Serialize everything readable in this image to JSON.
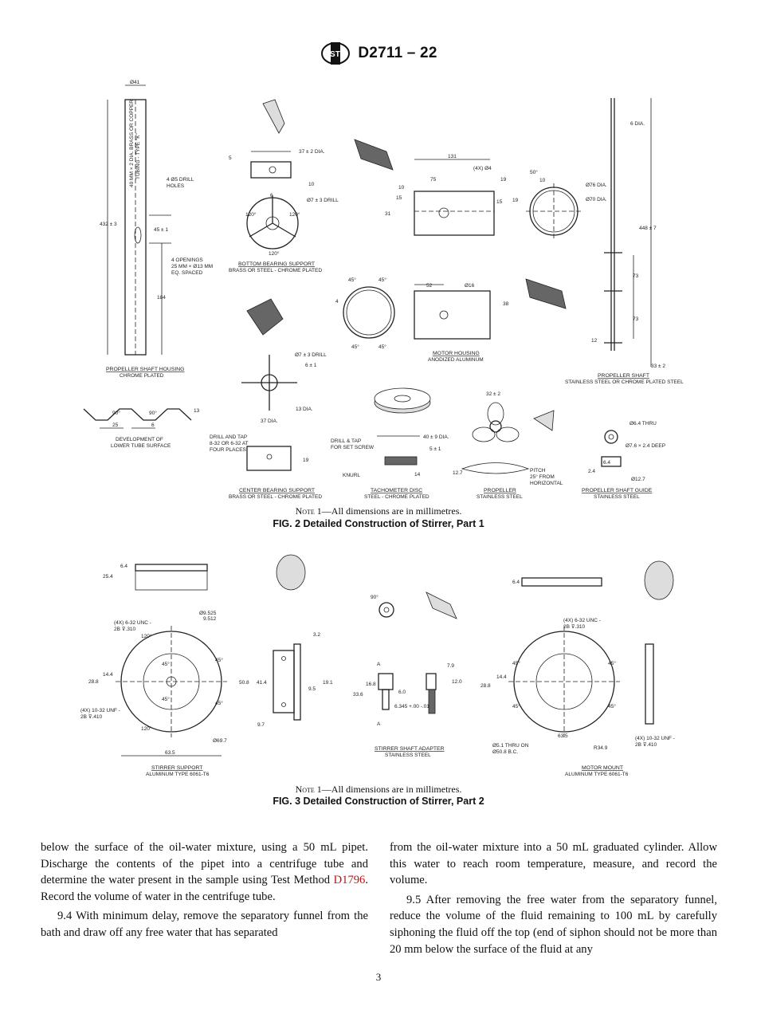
{
  "header": {
    "code": "D2711 – 22",
    "logo": "astm-logo"
  },
  "fig2": {
    "note_prefix": "Note",
    "note_text": " 1—All dimensions are in millimetres.",
    "caption": "FIG. 2 Detailed Construction of Stirrer, Part 1",
    "labels": {
      "d41": "Ø41",
      "tubing1": "40 MM × 2 DIA. BRASS OR COPPER",
      "tubing2": "TUBING - TYPE \"K\"",
      "drill1": "4 Ø5 DRILL",
      "drill2": "HOLES",
      "len432": "432 ± 3",
      "d45": "45 ± 1",
      "open1": "4 OPENINGS",
      "open2": "25 MM × Ø13 MM",
      "open3": "EQ. SPACED",
      "d184": "184",
      "psh1": "PROPELLER SHAFT HOUSING",
      "psh2": "CHROME PLATED",
      "dev1": "DEVELOPMENT OF",
      "dev2": "LOWER TUBE SURFACE",
      "a90a": "90°",
      "a90b": "90°",
      "d13": "13",
      "d25": "25",
      "d6": "6",
      "dia37": "37 ± 2 DIA.",
      "d5": "5",
      "d10": "10",
      "d6b": "6",
      "drill7": "Ø7 ± 3 DRILL",
      "a120a": "120°",
      "a120b": "120°",
      "a120c": "120°",
      "bbs1": "BOTTOM BEARING SUPPORT",
      "bbs2": "BRASS OR STEEL - CHROME PLATED",
      "d131": "131",
      "h4x": "(4X) Ø4",
      "d75": "75",
      "d10b": "10",
      "d19": "19",
      "d15a": "15",
      "d15b": "15",
      "d31": "31",
      "a50": "50°",
      "d10c": "10",
      "d19b": "19",
      "dia76": "Ø76 DIA.",
      "dia70": "Ø70 DIA.",
      "a45a": "45°",
      "a45b": "45°",
      "d4": "4",
      "a45c": "45°",
      "a45d": "45°",
      "d52": "52",
      "d16": "Ø16",
      "d38": "38",
      "mh1": "MOTOR HOUSING",
      "mh2": "ANODIZED ALUMINUM",
      "d7drill": "Ø7 ± 3 DRILL",
      "d6pm": "6 ± 1",
      "dia13": "13 DIA.",
      "dia37b": "37 DIA.",
      "dt1": "DRILL AND TAP",
      "dt2": "8-32 OR 6-32 AT",
      "dt3": "FOUR PLACES",
      "d19c": "19",
      "cbs1": "CENTER BEARING SUPPORT",
      "cbs2": "BRASS OR STEEL - CHROME PLATED",
      "dia40": "40 ± 9 DIA.",
      "dts1": "DRILL & TAP",
      "dts2": "FOR SET SCREW",
      "d5pm": "5 ± 1",
      "knurl": "KNURL",
      "d14": "14",
      "td1": "TACHOMETER DISC",
      "td2": "STEEL - CHROME PLATED",
      "d32": "32 ± 2",
      "d127": "12.7",
      "pitch1": "PITCH",
      "pitch2": "25° FROM",
      "pitch3": "HORIZONTAL",
      "pr1": "PROPELLER",
      "pr2": "STAINLESS STEEL",
      "d6dia": "6 DIA.",
      "d448": "448 ± 7",
      "d73a": "73",
      "d73b": "73",
      "d12": "12",
      "d33": "33 ± 2",
      "ps1": "PROPELLER SHAFT",
      "ps2": "STAINLESS STEEL OR CHROME PLATED STEEL",
      "thru": "Ø6.4 THRU",
      "deep": "Ø7.6 × 2.4 DEEP",
      "d24": "2.4",
      "d64": "6.4",
      "d127b": "Ø12.7",
      "psg1": "PROPELLER SHAFT GUIDE",
      "psg2": "STAINLESS STEEL"
    }
  },
  "fig3": {
    "note_prefix": "Note",
    "note_text": " 1—All dimensions are in millimetres.",
    "caption": "FIG. 3 Detailed Construction of Stirrer, Part 2",
    "labels": {
      "d64": "6.4",
      "d254": "25.4",
      "d9525": "Ø9.525",
      "d9512": "9.512",
      "unc1": "(4X) 6-32 UNC -",
      "unc2": "2B ⊽.310",
      "a120a": "120°",
      "a45a": "45°",
      "a45b": "45°",
      "a45c": "45°",
      "a45d": "45°",
      "d144": "14.4",
      "d288": "28.8",
      "unf1": "(4X) 10-32 UNF -",
      "unf2": "2B ⊽.410",
      "a120b": "120°",
      "d697": "Ø69.7",
      "d635": "63.5",
      "ss1": "STIRRER SUPPORT",
      "ss2": "ALUMINUM TYPE 6061-T6",
      "d32": "3.2",
      "d508": "50.8",
      "d414": "41.4",
      "d191": "19.1",
      "d95": "9.5",
      "d97": "9.7",
      "a90": "90°",
      "d79": "7.9",
      "A1": "A",
      "A2": "A",
      "d168": "16.8",
      "d60": "6.0",
      "d336": "33.6",
      "d120": "12.0",
      "d6345": "6.345 +.00 -.01",
      "ssa1": "STIRRER SHAFT ADAPTER",
      "ssa2": "STAINLESS STEEL",
      "m64": "6.4",
      "munc1": "(4X) 6-32 UNC -",
      "munc2": "2B ⊽.310",
      "m144": "14.4",
      "m288": "28.8",
      "ma45a": "45°",
      "ma45b": "45°",
      "ma45c": "45°",
      "ma45d": "45°",
      "m635": "63.5",
      "thru1": "Ø5.1 THRU ON",
      "thru2": "Ø50.8 B.C.",
      "r349": "R34.9",
      "munf1": "(4X) 10-32 UNF -",
      "munf2": "2B ⊽.410",
      "mm1": "MOTOR MOUNT",
      "mm2": "ALUMINUM TYPE 6061-T6"
    }
  },
  "body": {
    "col1_p1_a": "below the surface of the oil-water mixture, using a 50 mL pipet. Discharge the contents of the pipet into a centrifuge tube and determine the water present in the sample using Test Method ",
    "col1_p1_link": "D1796",
    "col1_p1_b": ". Record the volume of water in the centrifuge tube.",
    "col1_p2": "9.4 With minimum delay, remove the separatory funnel from the bath and draw off any free water that has separated",
    "col2_p1": "from the oil-water mixture into a 50 mL graduated cylinder. Allow this water to reach room temperature, measure, and record the volume.",
    "col2_p2": "9.5 After removing the free water from the separatory funnel, reduce the volume of the fluid remaining to 100 mL by carefully siphoning the fluid off the top (end of siphon should not be more than 20 mm below the surface of the fluid at any"
  },
  "page_number": "3"
}
